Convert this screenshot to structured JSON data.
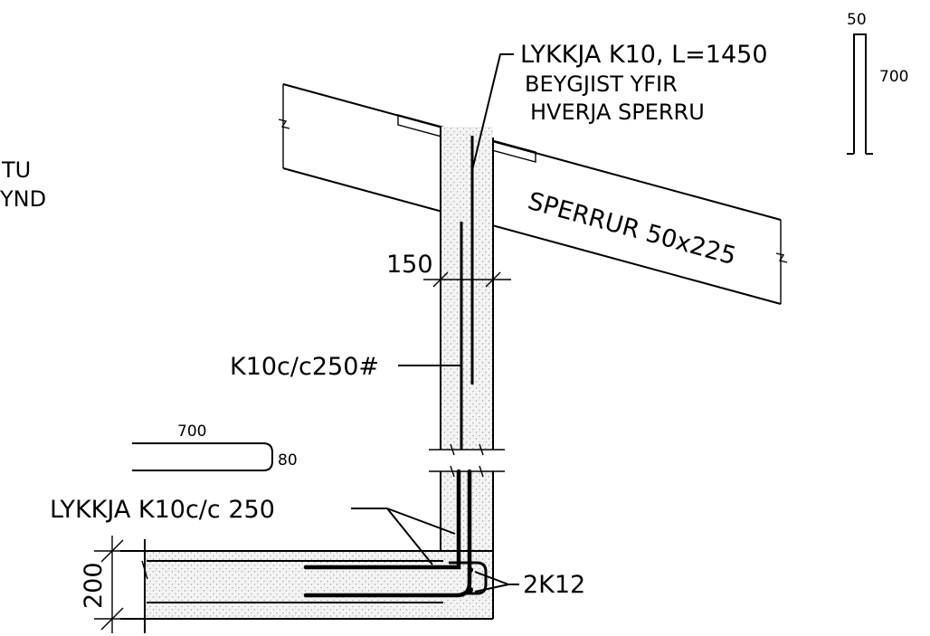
{
  "labels": {
    "partial_line1": "TU",
    "partial_line2": "YND",
    "top_bar_callout_1": "LYKKJA K10, L=1450",
    "top_bar_callout_2": "BEYGJIST YFIR",
    "top_bar_callout_3": "HVERJA SPERRU",
    "rafters": "SPERRUR 50x225",
    "wall_thickness": "150",
    "wall_reinforcement": "K10c/c250#",
    "bottom_bar_callout": "LYKKJA K10c/c 250",
    "slab_thickness": "200",
    "corner_bars": "2K12"
  },
  "bar_shape_top_right": {
    "dim_top": "50",
    "dim_side": "700"
  },
  "bar_shape_left": {
    "dim_length": "700",
    "dim_hook": "80"
  },
  "colors": {
    "line": "#000000",
    "concrete_hatch": "#b5b5b5",
    "background": "#ffffff"
  }
}
